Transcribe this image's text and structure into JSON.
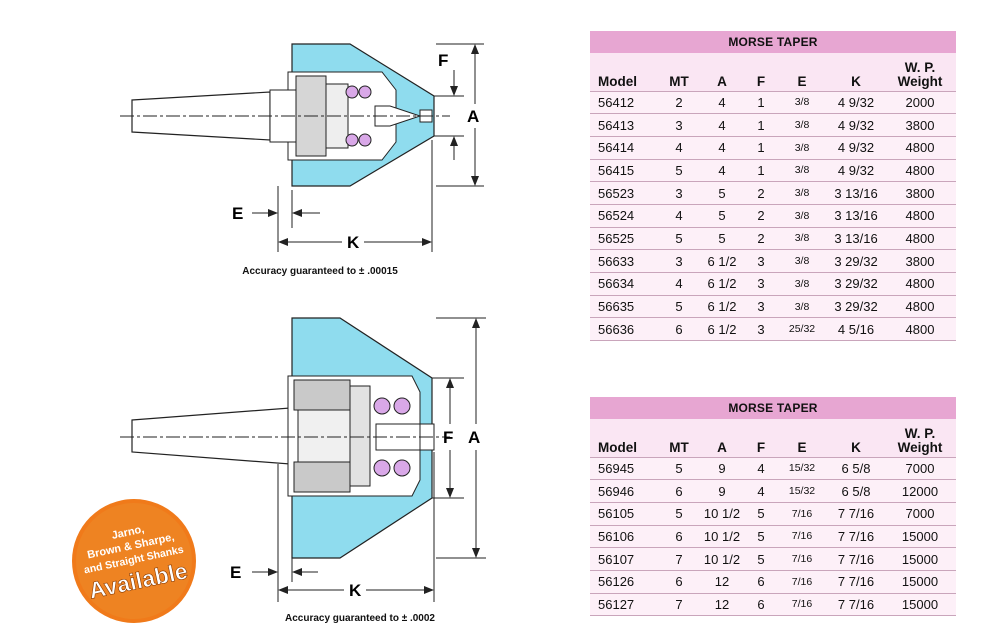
{
  "diagram1": {
    "labels": {
      "F": "F",
      "A": "A",
      "E": "E",
      "K": "K"
    },
    "caption": "Accuracy guaranteed to ± .00015"
  },
  "diagram2": {
    "labels": {
      "F": "F",
      "A": "A",
      "E": "E",
      "K": "K"
    },
    "caption": "Accuracy guaranteed to ± .0002"
  },
  "badge": {
    "line1": "Jarno,",
    "line2": "Brown & Sharpe,",
    "line3": "and Straight Shanks",
    "line4": "Available"
  },
  "colors": {
    "body_blue": "#8fdcee",
    "table_header": "#e7a6d2",
    "table_bg": "#fdf0f8",
    "badge_orange": "#f07a1a"
  },
  "table1": {
    "title": "MORSE TAPER",
    "headers": {
      "model": "Model",
      "mt": "MT",
      "a": "A",
      "f": "F",
      "e": "E",
      "k": "K",
      "wp1": "W. P.",
      "wp2": "Weight"
    },
    "rows": [
      {
        "model": "56412",
        "mt": "2",
        "a": "4",
        "f": "1",
        "e": "3/8",
        "k": "4 9/32",
        "w": "2000"
      },
      {
        "model": "56413",
        "mt": "3",
        "a": "4",
        "f": "1",
        "e": "3/8",
        "k": "4 9/32",
        "w": "3800"
      },
      {
        "model": "56414",
        "mt": "4",
        "a": "4",
        "f": "1",
        "e": "3/8",
        "k": "4 9/32",
        "w": "4800"
      },
      {
        "model": "56415",
        "mt": "5",
        "a": "4",
        "f": "1",
        "e": "3/8",
        "k": "4 9/32",
        "w": "4800"
      },
      {
        "model": "56523",
        "mt": "3",
        "a": "5",
        "f": "2",
        "e": "3/8",
        "k": "3 13/16",
        "w": "3800"
      },
      {
        "model": "56524",
        "mt": "4",
        "a": "5",
        "f": "2",
        "e": "3/8",
        "k": "3 13/16",
        "w": "4800"
      },
      {
        "model": "56525",
        "mt": "5",
        "a": "5",
        "f": "2",
        "e": "3/8",
        "k": "3 13/16",
        "w": "4800"
      },
      {
        "model": "56633",
        "mt": "3",
        "a": "6 1/2",
        "f": "3",
        "e": "3/8",
        "k": "3 29/32",
        "w": "3800"
      },
      {
        "model": "56634",
        "mt": "4",
        "a": "6 1/2",
        "f": "3",
        "e": "3/8",
        "k": "3 29/32",
        "w": "4800"
      },
      {
        "model": "56635",
        "mt": "5",
        "a": "6 1/2",
        "f": "3",
        "e": "3/8",
        "k": "3 29/32",
        "w": "4800"
      },
      {
        "model": "56636",
        "mt": "6",
        "a": "6 1/2",
        "f": "3",
        "e": "25/32",
        "k": "4 5/16",
        "w": "4800"
      }
    ]
  },
  "table2": {
    "title": "MORSE TAPER",
    "headers": {
      "model": "Model",
      "mt": "MT",
      "a": "A",
      "f": "F",
      "e": "E",
      "k": "K",
      "wp1": "W. P.",
      "wp2": "Weight"
    },
    "rows": [
      {
        "model": "56945",
        "mt": "5",
        "a": "9",
        "f": "4",
        "e": "15/32",
        "k": "6 5/8",
        "w": "7000"
      },
      {
        "model": "56946",
        "mt": "6",
        "a": "9",
        "f": "4",
        "e": "15/32",
        "k": "6 5/8",
        "w": "12000"
      },
      {
        "model": "56105",
        "mt": "5",
        "a": "10 1/2",
        "f": "5",
        "e": "7/16",
        "k": "7 7/16",
        "w": "7000"
      },
      {
        "model": "56106",
        "mt": "6",
        "a": "10 1/2",
        "f": "5",
        "e": "7/16",
        "k": "7 7/16",
        "w": "15000"
      },
      {
        "model": "56107",
        "mt": "7",
        "a": "10 1/2",
        "f": "5",
        "e": "7/16",
        "k": "7 7/16",
        "w": "15000"
      },
      {
        "model": "56126",
        "mt": "6",
        "a": "12",
        "f": "6",
        "e": "7/16",
        "k": "7 7/16",
        "w": "15000"
      },
      {
        "model": "56127",
        "mt": "7",
        "a": "12",
        "f": "6",
        "e": "7/16",
        "k": "7 7/16",
        "w": "15000"
      }
    ]
  }
}
